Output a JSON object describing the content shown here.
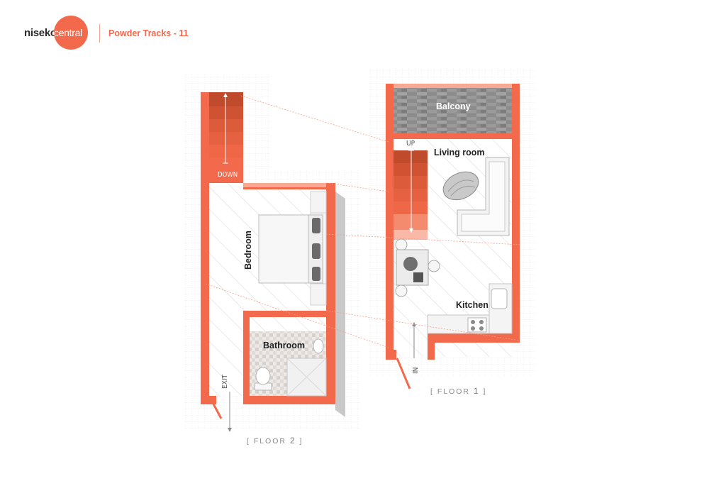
{
  "brand": {
    "word": "niseko",
    "circle_word": "central"
  },
  "title": "Powder Tracks - 11",
  "colors": {
    "accent": "#f3694b",
    "wall": "#f3694b",
    "grid": "#d7d7d7"
  },
  "floor2": {
    "label_bracket_open": "[",
    "label_word": "FLOOR",
    "label_number": "2",
    "label_bracket_close": "]",
    "stairs_label": "DOWN",
    "exit_label": "EXIT",
    "rooms": {
      "bedroom": "Bedroom",
      "bathroom": "Bathroom"
    }
  },
  "floor1": {
    "label_bracket_open": "[",
    "label_word": "FLOOR",
    "label_number": "1",
    "label_bracket_close": "]",
    "stairs_label": "UP",
    "entry_label": "IN",
    "rooms": {
      "balcony": "Balcony",
      "living": "Living room",
      "kitchen": "Kitchen"
    }
  }
}
